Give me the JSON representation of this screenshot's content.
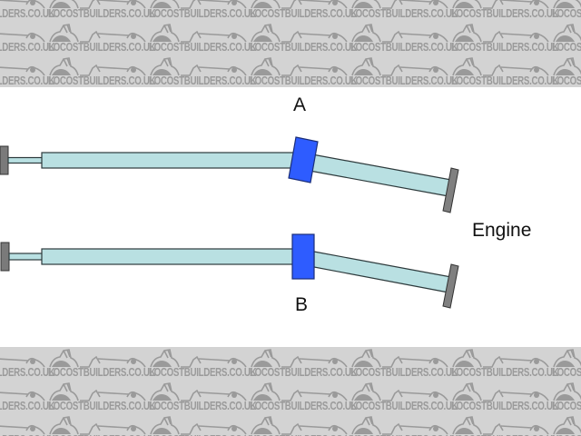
{
  "watermark": {
    "text": "LOCOSTBUILDERS.CO.UK",
    "color": "#9a9a9a",
    "background": "#d3d3d3"
  },
  "diagram": {
    "background": "#ffffff",
    "labels": {
      "joint_a": "A",
      "joint_b": "B",
      "engine": "Engine"
    },
    "colors": {
      "shaft_fill": "#b9e0e2",
      "shaft_stroke": "#2d3a3c",
      "joint_fill": "#2e5cff",
      "joint_stroke": "#1b2f7a",
      "flange_fill": "#808080",
      "flange_stroke": "#333333"
    },
    "shafts": [
      {
        "id": "upper",
        "joint_label": "A",
        "description": "Column with angled lower section, joint rotated"
      },
      {
        "id": "lower",
        "joint_label": "B",
        "description": "Column with angled lower section, joint upright"
      }
    ]
  }
}
